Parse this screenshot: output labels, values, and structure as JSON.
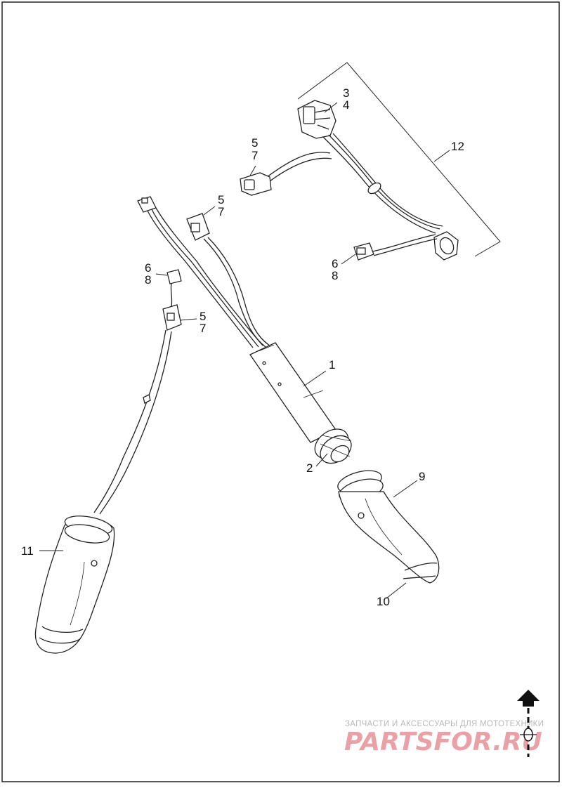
{
  "callouts": {
    "c1": "1",
    "c2": "2",
    "c3": "3",
    "c4": "4",
    "c5a": "5",
    "c7a": "7",
    "c5b": "5",
    "c7b": "7",
    "c5c": "5",
    "c7c": "7",
    "c6a": "6",
    "c8a": "8",
    "c6b": "6",
    "c8b": "8",
    "c9": "9",
    "c10": "10",
    "c11": "11",
    "c12": "12"
  },
  "watermark": {
    "tagline": "ЗАПЧАСТИ И АКСЕССУАРЫ ДЛЯ МОТОТЕХНИКИ",
    "brand": "PARTSFOR.RU",
    "brand_color": "#e9a0a6"
  },
  "icons": {
    "logo": "arrow-up-pin-icon"
  }
}
